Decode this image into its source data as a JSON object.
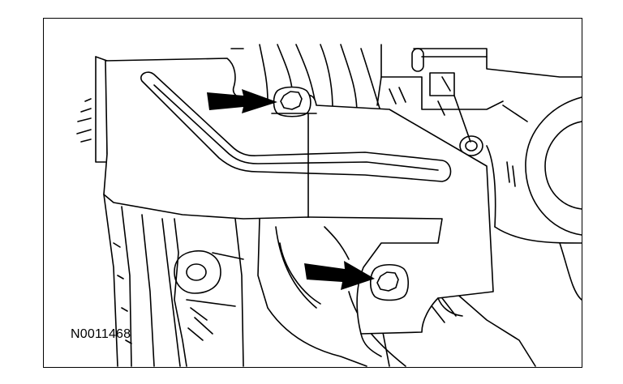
{
  "figure": {
    "reference_code": "N0011468"
  },
  "colors": {
    "line": "#000000",
    "background": "#ffffff",
    "arrow": "#000000"
  },
  "callouts": [
    {
      "target": "upper-bolt",
      "icon": "arrow-right-icon"
    },
    {
      "target": "lower-bolt",
      "icon": "arrow-right-icon"
    }
  ]
}
